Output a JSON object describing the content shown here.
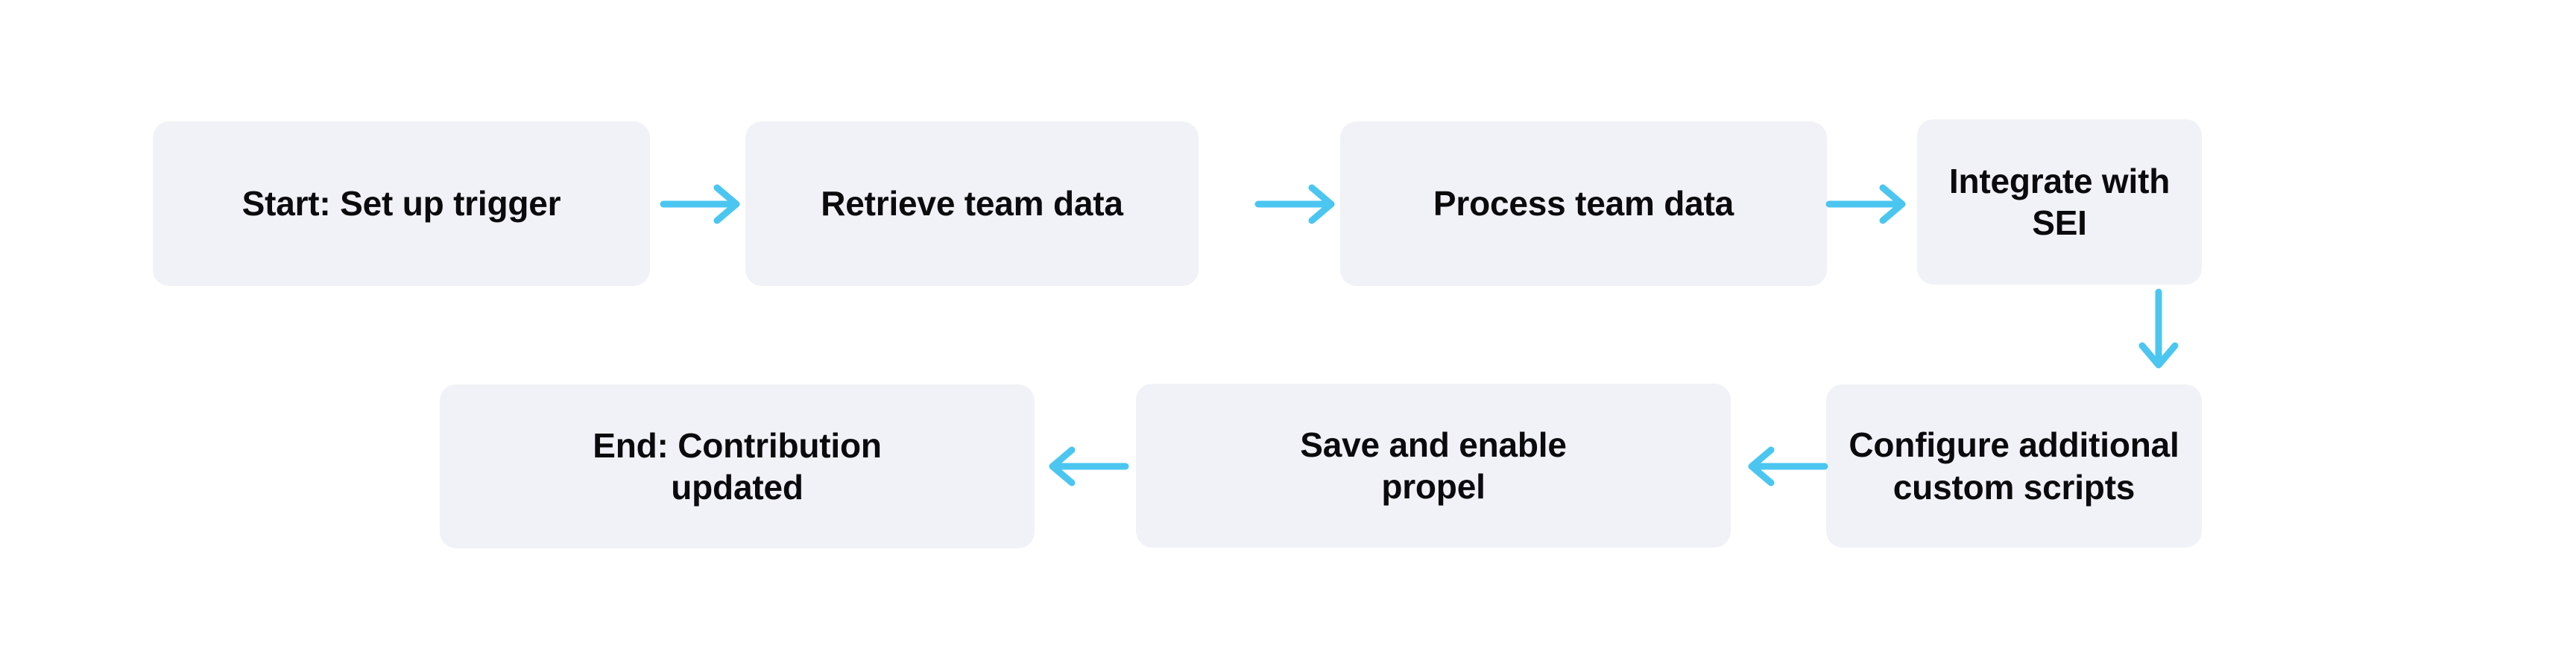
{
  "diagram": {
    "type": "flowchart",
    "orientation": "horizontal-serpentine",
    "background_color": "#FFFFFF",
    "node_fill_color": "#F1F2F7",
    "node_text_color": "#0B0B0D",
    "edge_color": "#4BC6F0",
    "nodes": [
      {
        "id": "start",
        "label": "Start: Set up trigger",
        "row": 1,
        "order": 1
      },
      {
        "id": "retrieve",
        "label": "Retrieve team data",
        "row": 1,
        "order": 2
      },
      {
        "id": "process",
        "label": "Process team data",
        "row": 1,
        "order": 3
      },
      {
        "id": "integrate",
        "label": "Integrate with SEI",
        "row": 1,
        "order": 4
      },
      {
        "id": "configure",
        "label": "Configure additional\ncustom scripts",
        "row": 2,
        "order": 1
      },
      {
        "id": "save",
        "label": "Save and enable\npropel",
        "row": 2,
        "order": 2
      },
      {
        "id": "end",
        "label": "End: Contribution\nupdated",
        "row": 2,
        "order": 3
      }
    ],
    "edges": [
      {
        "from": "start",
        "to": "retrieve",
        "direction": "right",
        "icon": "arrow-right-icon"
      },
      {
        "from": "retrieve",
        "to": "process",
        "direction": "right",
        "icon": "arrow-right-icon"
      },
      {
        "from": "process",
        "to": "integrate",
        "direction": "right",
        "icon": "arrow-right-icon"
      },
      {
        "from": "integrate",
        "to": "configure",
        "direction": "down",
        "icon": "arrow-down-icon"
      },
      {
        "from": "configure",
        "to": "save",
        "direction": "left",
        "icon": "arrow-left-icon"
      },
      {
        "from": "save",
        "to": "end",
        "direction": "left",
        "icon": "arrow-left-icon"
      }
    ]
  }
}
